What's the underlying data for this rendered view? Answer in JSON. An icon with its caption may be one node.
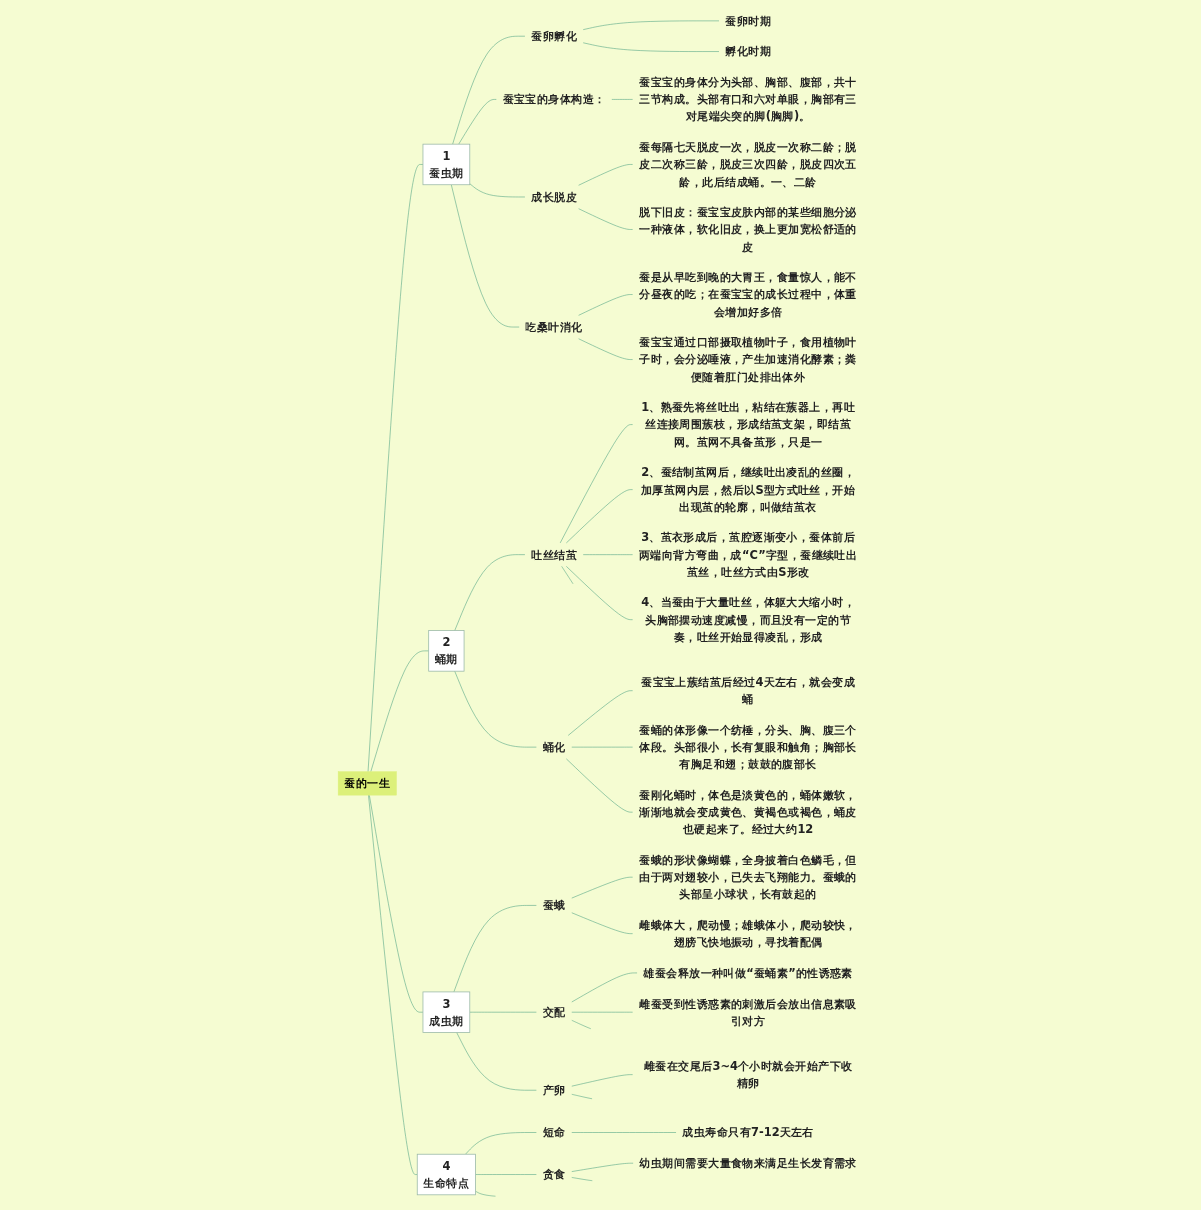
{
  "diagram": {
    "nodes": [
      {
        "text": [
          "蚕的一生"
        ]
      },
      {
        "text": [
          "1",
          "蚕虫期"
        ]
      },
      {
        "text": [
          "蚕卵孵化"
        ]
      },
      {
        "text": [
          "蚕卵时期"
        ]
      },
      {
        "text": [
          "孵化时期"
        ]
      },
      {
        "text": [
          "蚕宝宝的身体构造："
        ]
      },
      {
        "text": [
          "蚕宝宝的身体分为头部、胸部、腹部，共十三节构成。头部有口和六对单眼，胸部有三对尾端尖突的脚(胸脚)。"
        ]
      },
      {
        "text": [
          "成长脱皮"
        ]
      },
      {
        "text": [
          "蚕每隔七天脱皮一次，脱皮一次称二龄；脱皮二次称三龄，脱皮三次四龄，脱皮四次五龄，此后结成蛹。一、二龄"
        ]
      },
      {
        "text": [
          "脱下旧皮：蚕宝宝皮肤内部的某些细胞分泌一种液体，软化旧皮，换上更加宽松舒适的皮"
        ]
      },
      {
        "text": [
          "吃桑叶消化"
        ]
      },
      {
        "text": [
          "蚕是从早吃到晚的大胃王，食量惊人，能不分昼夜的吃；在蚕宝宝的成长过程中，体重会增加好多倍"
        ]
      },
      {
        "text": [
          "蚕宝宝通过口部摄取植物叶子，食用植物叶子时，会分泌唾液，产生加速消化酵素；粪便随着肛门处排出体外"
        ]
      },
      {
        "text": [
          "2",
          "蛹期"
        ]
      },
      {
        "text": [
          "吐丝结茧"
        ]
      },
      {
        "text": [
          "1、熟蚕先将丝吐出，粘结在蔟器上，再吐丝连接周围蔟枝，形成结茧支架，即结茧网。茧网不具备茧形，只是一"
        ]
      },
      {
        "text": [
          "2、蚕结制茧网后，继续吐出凌乱的丝圈，加厚茧网内层，然后以S型方式吐丝，开始出现茧的轮廓，叫做结茧衣"
        ]
      },
      {
        "text": [
          "3、茧衣形成后，茧腔逐渐变小，蚕体前后两端向背方弯曲，成“C”字型，蚕继续吐出茧丝，吐丝方式由S形改"
        ]
      },
      {
        "text": [
          "4、当蚕由于大量吐丝，体躯大大缩小时，头胸部摆动速度减慢，而且没有一定的节奏，吐丝开始显得凌乱，形成"
        ]
      },
      {
        "text": [
          "蛹化"
        ]
      },
      {
        "text": [
          "蚕宝宝上蔟结茧后经过4天左右，就会变成蛹"
        ]
      },
      {
        "text": [
          "蚕蛹的体形像一个纺棰，分头、胸、腹三个体段。头部很小，长有复眼和触角；胸部长有胸足和翅；鼓鼓的腹部长"
        ]
      },
      {
        "text": [
          "蚕刚化蛹时，体色是淡黄色的，蛹体嫩软，渐渐地就会变成黄色、黄褐色或褐色，蛹皮也硬起来了。经过大约12"
        ]
      },
      {
        "text": [
          "3",
          "成虫期"
        ]
      },
      {
        "text": [
          "蚕蛾"
        ]
      },
      {
        "text": [
          "蚕蛾的形状像蝴蝶，全身披着白色鳞毛，但由于两对翅较小，已失去飞翔能力。蚕蛾的头部呈小球状，长有鼓起的"
        ]
      },
      {
        "text": [
          "雌蛾体大，爬动慢；雄蛾体小，爬动较快，翅膀飞快地振动，寻找着配偶"
        ]
      },
      {
        "text": [
          "交配"
        ]
      },
      {
        "text": [
          "雄蚕会释放一种叫做“蚕蛹素”的性诱惑素"
        ]
      },
      {
        "text": [
          "雌蚕受到性诱惑素的刺激后会放出信息素吸引对方"
        ]
      },
      {
        "text": [
          "产卵"
        ]
      },
      {
        "text": [
          "雌蚕在交尾后3~4个小时就会开始产下收精卵"
        ]
      },
      {
        "text": [
          "4",
          "生命特点"
        ]
      },
      {
        "text": [
          "短命"
        ]
      },
      {
        "text": [
          "成虫寿命只有7-12天左右"
        ]
      },
      {
        "text": [
          "贪食"
        ]
      },
      {
        "text": [
          "幼虫期间需要大量食物来满足生长发育需求"
        ]
      }
    ],
    "edges": [
      {
        "from": 0,
        "to": 1,
        "arrow": "none"
      },
      {
        "from": 1,
        "to": 2,
        "arrow": "none"
      },
      {
        "from": 2,
        "to": 3,
        "arrow": "none"
      },
      {
        "from": 2,
        "to": 4,
        "arrow": "none"
      },
      {
        "from": 1,
        "to": 5,
        "arrow": "none"
      },
      {
        "from": 5,
        "to": 6,
        "arrow": "none"
      },
      {
        "from": 1,
        "to": 7,
        "arrow": "none"
      },
      {
        "from": 7,
        "to": 8,
        "arrow": "none"
      },
      {
        "from": 7,
        "to": 9,
        "arrow": "none"
      },
      {
        "from": 1,
        "to": 10,
        "arrow": "none"
      },
      {
        "from": 10,
        "to": 11,
        "arrow": "none"
      },
      {
        "from": 10,
        "to": 12,
        "arrow": "none"
      },
      {
        "from": 0,
        "to": 13,
        "arrow": "none"
      },
      {
        "from": 13,
        "to": 14,
        "arrow": "none"
      },
      {
        "from": 14,
        "to": 15,
        "arrow": "none"
      },
      {
        "from": 14,
        "to": 16,
        "arrow": "none"
      },
      {
        "from": 14,
        "to": 17,
        "arrow": "none"
      },
      {
        "from": 14,
        "to": 18,
        "arrow": "none"
      },
      {
        "from": 14,
        "to": null,
        "arrow": "none"
      },
      {
        "from": 13,
        "to": 19,
        "arrow": "none"
      },
      {
        "from": 19,
        "to": 20,
        "arrow": "none"
      },
      {
        "from": 19,
        "to": 21,
        "arrow": "none"
      },
      {
        "from": 19,
        "to": 22,
        "arrow": "none"
      },
      {
        "from": 0,
        "to": 23,
        "arrow": "none"
      },
      {
        "from": 23,
        "to": 24,
        "arrow": "none"
      },
      {
        "from": 24,
        "to": 25,
        "arrow": "none"
      },
      {
        "from": 24,
        "to": 26,
        "arrow": "none"
      },
      {
        "from": 23,
        "to": 27,
        "arrow": "none"
      },
      {
        "from": 27,
        "to": 28,
        "arrow": "none"
      },
      {
        "from": 27,
        "to": 29,
        "arrow": "none"
      },
      {
        "from": 27,
        "to": null,
        "arrow": "none"
      },
      {
        "from": 23,
        "to": 30,
        "arrow": "none"
      },
      {
        "from": 30,
        "to": 31,
        "arrow": "none"
      },
      {
        "from": 30,
        "to": null,
        "arrow": "none"
      },
      {
        "from": 0,
        "to": 32,
        "arrow": "none"
      },
      {
        "from": 32,
        "to": 33,
        "arrow": "none"
      },
      {
        "from": 33,
        "to": 34,
        "arrow": "none"
      },
      {
        "from": 32,
        "to": 35,
        "arrow": "none"
      },
      {
        "from": 35,
        "to": 36,
        "arrow": "none"
      },
      {
        "from": 35,
        "to": null,
        "arrow": "none"
      },
      {
        "from": 32,
        "to": null,
        "arrow": "none"
      }
    ]
  }
}
